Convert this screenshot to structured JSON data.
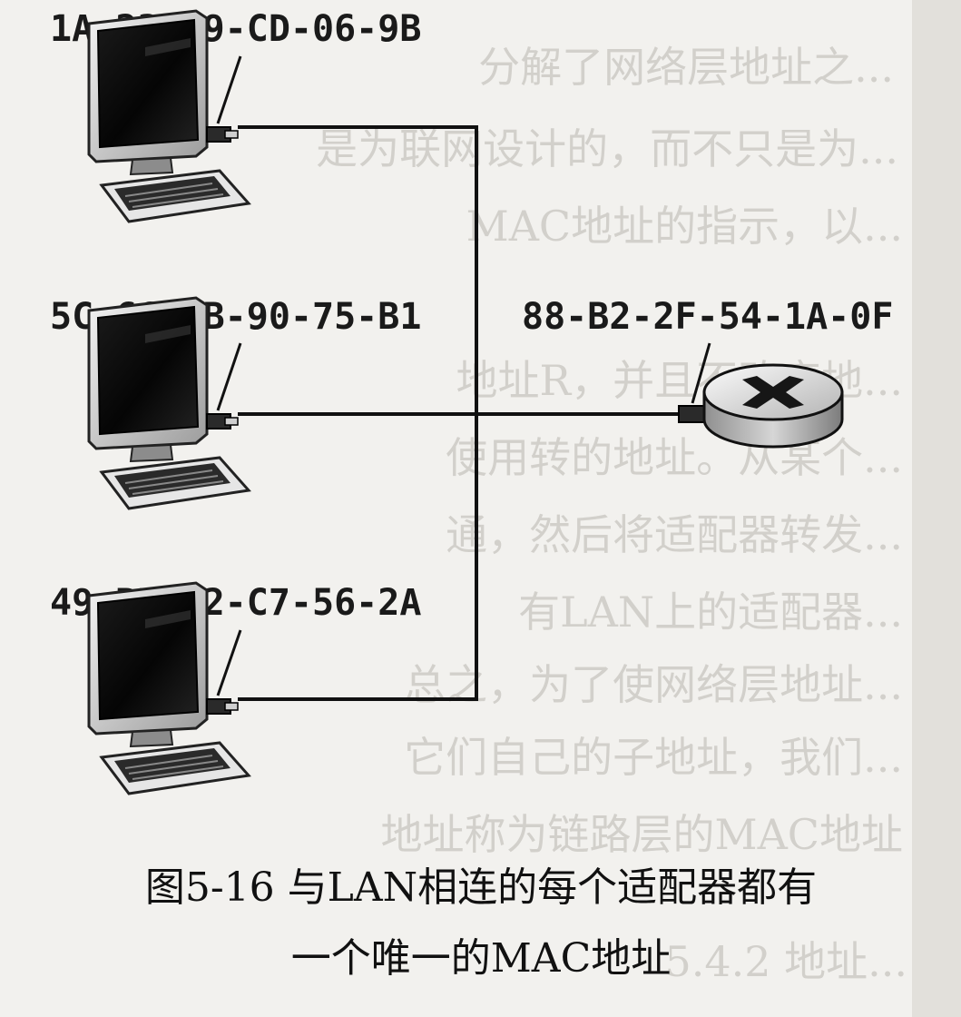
{
  "hosts": [
    {
      "mac": "1A-23-F9-CD-06-9B"
    },
    {
      "mac": "5C-66-AB-90-75-B1"
    },
    {
      "mac": "49-BD-D2-C7-56-2A"
    }
  ],
  "router": {
    "mac": "88-B2-2F-54-1A-0F"
  },
  "caption": {
    "line1": "图5-16 与LAN相连的每个适配器都有",
    "line2": "一个唯一的MAC地址"
  },
  "background_text": [
    "分解了网络层地址之...",
    "是为联网设计的，而不只是为...",
    "MAC地址的指示，以...",
    "地址R，并且不改变地...",
    "使用转的地址。从某个...",
    "通，然后将适配器转发...",
    "有LAN上的适配器...",
    "总之，为了使网络层地址...",
    "它们自己的子地址，我们...",
    "地址称为链路层的MAC地址",
    "5.4.2 地址..."
  ],
  "colors": {
    "background": "#f2f1ee",
    "line": "#111111",
    "monitor_screen": "#0d0d0d",
    "router_body": "#d8d8d8",
    "router_mark": "#161616"
  }
}
